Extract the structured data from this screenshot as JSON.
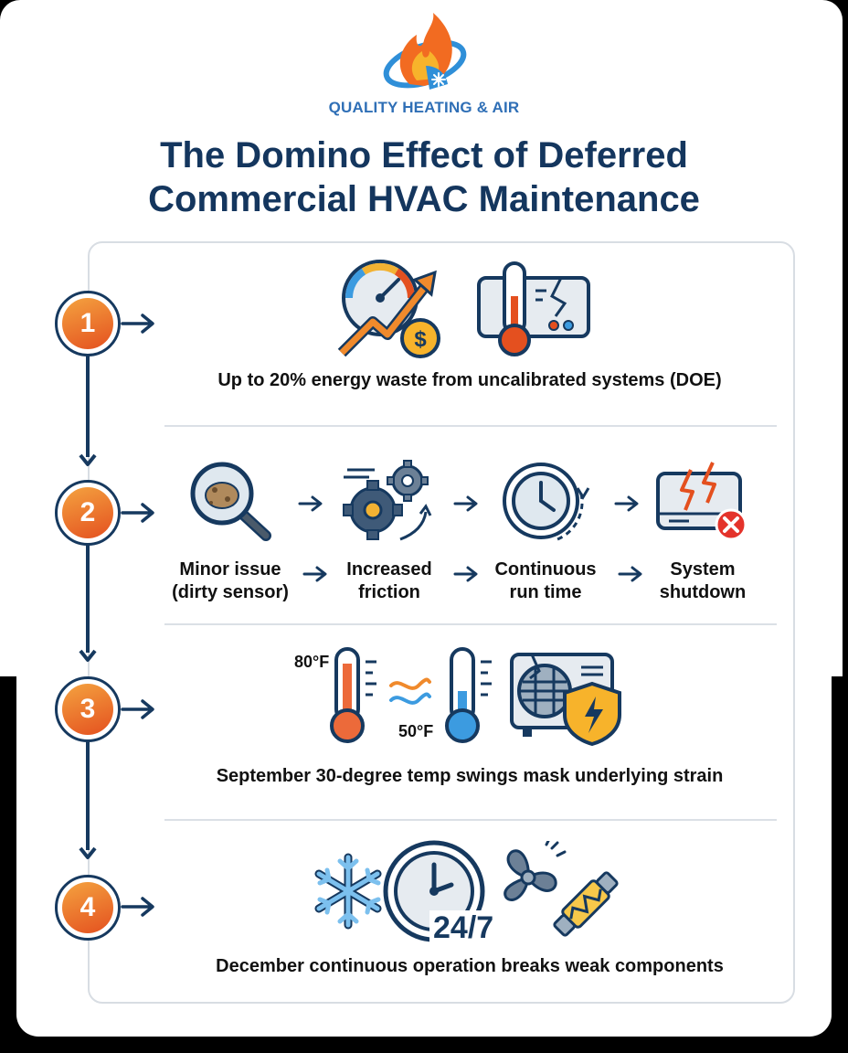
{
  "brand": "QUALITY HEATING & AIR",
  "title_line1": "The Domino Effect of Deferred",
  "title_line2": "Commercial HVAC Maintenance",
  "steps": [
    {
      "number": "1",
      "caption": "Up to 20% energy waste from uncalibrated systems (DOE)",
      "icons": [
        "gauge-arrow-dollar-icon",
        "thermometer-broken-panel-icon"
      ]
    },
    {
      "number": "2",
      "flow": [
        {
          "line1": "Minor issue",
          "line2": "(dirty sensor)",
          "icon": "magnifier-dirty-sensor-icon"
        },
        {
          "line1": "Increased",
          "line2": "friction",
          "icon": "gears-icon"
        },
        {
          "line1": "Continuous",
          "line2": "run time",
          "icon": "clock-icon"
        },
        {
          "line1": "System",
          "line2": "shutdown",
          "icon": "broken-unit-icon"
        }
      ]
    },
    {
      "number": "3",
      "caption": "September 30-degree temp swings mask underlying strain",
      "temp_high": "80°F",
      "temp_low": "50°F",
      "icons": [
        "hot-thermometer-icon",
        "wave-icon",
        "cold-thermometer-icon",
        "ac-unit-shield-icon"
      ]
    },
    {
      "number": "4",
      "caption": "December continuous operation breaks weak components",
      "badge": "24/7",
      "icons": [
        "snowflake-icon",
        "clock-icon",
        "fan-icon",
        "broken-fuse-icon"
      ]
    }
  ],
  "colors": {
    "navy": "#16395f",
    "brand_blue": "#2f6fb6",
    "orange": "#e4501f",
    "panel_border": "#d8dde3"
  }
}
